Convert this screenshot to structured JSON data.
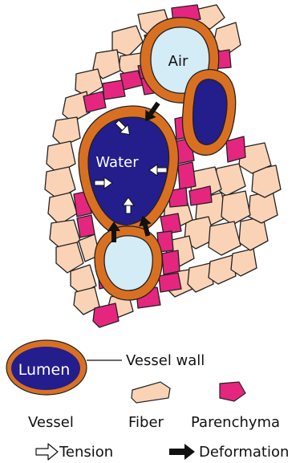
{
  "labels": {
    "air": "Air",
    "water": "Water",
    "lumen": "Lumen",
    "vessel_wall": "Vessel wall",
    "vessel": "Vessel",
    "fiber": "Fiber",
    "parenchyma": "Parenchyma",
    "tension": "Tension",
    "deformation": "Deformation"
  },
  "colors": {
    "fiber_fill": "#fad3b6",
    "parenchyma_fill": "#e5267f",
    "vessel_wall": "#d97021",
    "lumen_water": "#241d8c",
    "lumen_air": "#d3ecf6",
    "outline": "#222222"
  }
}
